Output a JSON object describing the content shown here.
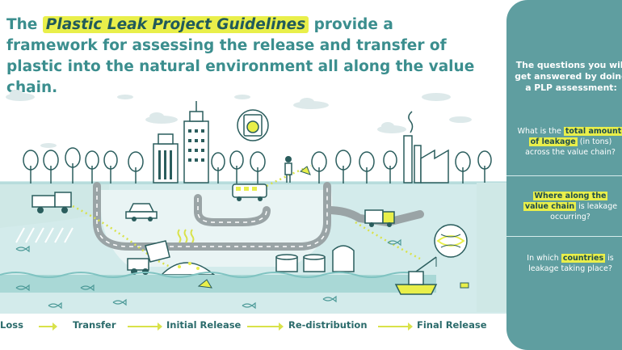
{
  "headline": {
    "before": "The",
    "highlight": "Plastic Leak Project Guidelines",
    "after": "provide a framework for assessing the release and transfer of plastic into the natural environment all along the value chain."
  },
  "panel": {
    "title": "The questions you will get answered by doing a PLP assessment:",
    "q1": {
      "pre": "What is the",
      "hl1": "total amount",
      "hl2": "of leakage",
      "mid": "(in tons)",
      "post": "across the value chain?"
    },
    "q2": {
      "hl1": "Where along the",
      "hl2": "value chain",
      "post1": "is leakage",
      "post2": "occurring?"
    },
    "q3": {
      "pre": "In which",
      "hl": "countries",
      "post1": "is",
      "post2": "leakage taking place?"
    }
  },
  "stages": [
    "Loss",
    "Transfer",
    "Initial Release",
    "Re-distribution",
    "Final Release"
  ],
  "colors": {
    "teal": "#5f9ea0",
    "yellow": "#e9ef4a",
    "water": "#d3ebeb",
    "ground": "#a9d8d6"
  }
}
